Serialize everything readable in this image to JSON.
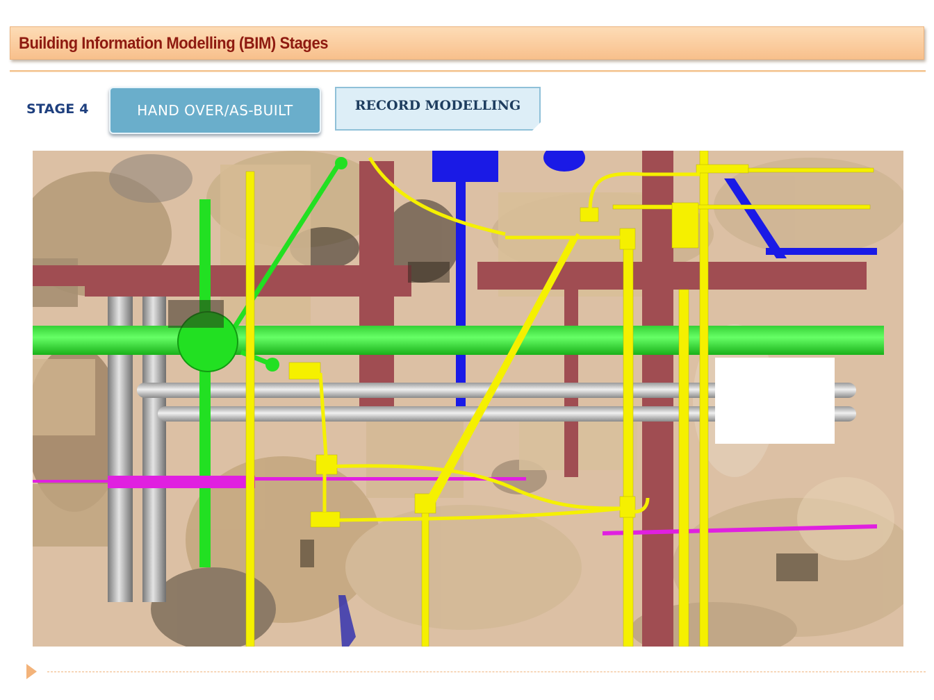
{
  "header": {
    "title": "Building Information Modelling (BIM) Stages"
  },
  "stage": {
    "label": "STAGE 4",
    "button_label": "HAND OVER/AS-BUILT",
    "tab_label": "RECORD MODELLING"
  },
  "figure": {
    "colors": {
      "background": "#dcc0a4",
      "duct": "#a04d52",
      "pipe_green": "#22e022",
      "conduit_yellow": "#f5f000",
      "blue": "#1a1ae6",
      "magenta": "#e020e0",
      "grey_pipe": "#c8c8c8"
    }
  },
  "colors": {
    "title_text": "#8e1a10",
    "title_bar": "#f8c08c",
    "stage_label": "#1e3f7e",
    "stage_button": "#6aaecb",
    "record_tab": "#ddeef7",
    "accent": "#f3b37a"
  }
}
